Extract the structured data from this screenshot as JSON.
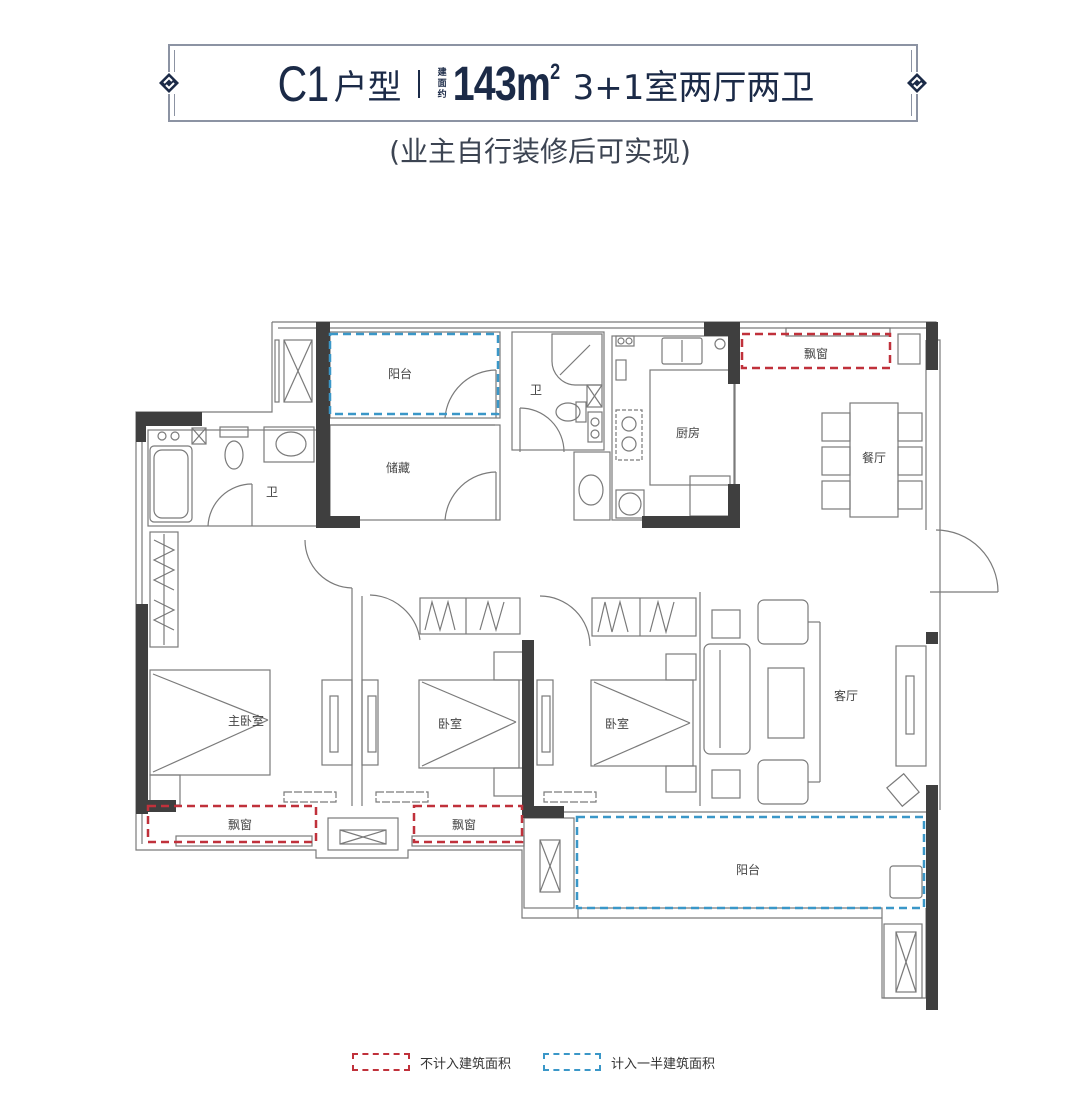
{
  "header": {
    "unit_code": "C1",
    "unit_type_label": "户型",
    "area_prefix": [
      "建",
      "面",
      "约"
    ],
    "area_value": "143m",
    "area_unit_sup": "2",
    "room_config": "3+1室两厅两卫"
  },
  "subtitle": "(业主自行装修后可实现)",
  "rooms": {
    "balcony_top": "阳台",
    "storage": "储藏",
    "bath_left": "卫",
    "bath_center": "卫",
    "kitchen": "厨房",
    "bay_window_top": "飘窗",
    "dining": "餐厅",
    "master_bedroom": "主卧室",
    "bedroom_2": "卧室",
    "bedroom_3": "卧室",
    "living": "客厅",
    "bay_window_left": "飘窗",
    "bay_window_mid": "飘窗",
    "balcony_bottom": "阳台"
  },
  "legend": {
    "excluded_label": "不计入建筑面积",
    "half_label": "计入一半建筑面积",
    "excluded_color": "#c0313b",
    "half_color": "#3a97c8"
  },
  "colors": {
    "title": "#1b2a47",
    "wall_solid": "#3f3f3f",
    "line": "#7a7a7a"
  }
}
